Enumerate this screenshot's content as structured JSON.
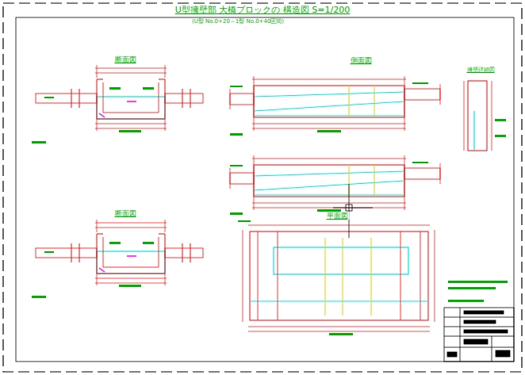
{
  "diagram": {
    "title": "U型擁壁部 大橋ブロックの 構造図 S=1/200",
    "labels": [
      "(U型 No.0+20～1型 No.0+40区間)",
      "断面図",
      "断面図",
      "側面図",
      "平面図",
      "擁壁詳細図"
    ]
  }
}
